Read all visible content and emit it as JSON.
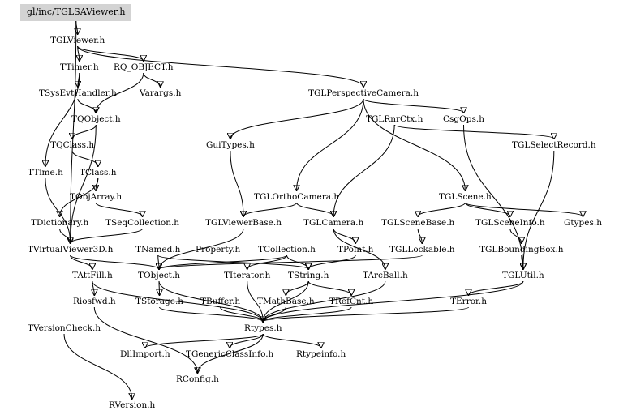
{
  "graph": {
    "root": "gl/inc/TGLSAViewer.h",
    "nodes": {
      "TGLSAViewer": "gl/inc/TGLSAViewer.h",
      "TGLViewer": "TGLViewer.h",
      "TTimer": "TTimer.h",
      "RQ_OBJECT": "RQ_OBJECT.h",
      "TSysEvtHandler": "TSysEvtHandler.h",
      "Varargs": "Varargs.h",
      "TQObject": "TQObject.h",
      "TQClass": "TQClass.h",
      "TTime": "TTime.h",
      "TClass": "TClass.h",
      "TObjArray": "TObjArray.h",
      "TDictionary": "TDictionary.h",
      "TSeqCollection": "TSeqCollection.h",
      "TVirtualViewer3D": "TVirtualViewer3D.h",
      "TNamed": "TNamed.h",
      "Property": "Property.h",
      "TCollection": "TCollection.h",
      "TAttFill": "TAttFill.h",
      "TObject": "TObject.h",
      "TIterator": "TIterator.h",
      "TString": "TString.h",
      "Riosfwd": "Riosfwd.h",
      "TStorage": "TStorage.h",
      "TBuffer": "TBuffer.h",
      "TMathBase": "TMathBase.h",
      "TRefCnt": "TRefCnt.h",
      "TVersionCheck": "TVersionCheck.h",
      "Rtypes": "Rtypes.h",
      "DllImport": "DllImport.h",
      "TGenericClassInfo": "TGenericClassInfo.h",
      "Rtypeinfo": "Rtypeinfo.h",
      "RConfig": "RConfig.h",
      "RVersion": "RVersion.h",
      "TGLPerspectiveCamera": "TGLPerspectiveCamera.h",
      "TGLRnrCtx": "TGLRnrCtx.h",
      "CsgOps": "CsgOps.h",
      "GuiTypes": "GuiTypes.h",
      "TGLSelectRecord": "TGLSelectRecord.h",
      "TGLOrthoCamera": "TGLOrthoCamera.h",
      "TGLScene": "TGLScene.h",
      "TGLViewerBase": "TGLViewerBase.h",
      "TGLCamera": "TGLCamera.h",
      "TGLSceneBase": "TGLSceneBase.h",
      "TGLSceneInfo": "TGLSceneInfo.h",
      "Gtypes": "Gtypes.h",
      "TPoint": "TPoint.h",
      "TGLLockable": "TGLLockable.h",
      "TGLBoundingBox": "TGLBoundingBox.h",
      "TArcBall": "TArcBall.h",
      "TGLUtil": "TGLUtil.h",
      "TError": "TError.h"
    },
    "edges": [
      [
        "TGLSAViewer",
        "TGLViewer"
      ],
      [
        "TGLSAViewer",
        "TVirtualViewer3D"
      ],
      [
        "TGLViewer",
        "TTimer"
      ],
      [
        "TGLViewer",
        "RQ_OBJECT"
      ],
      [
        "TGLViewer",
        "TGLPerspectiveCamera"
      ],
      [
        "TTimer",
        "TSysEvtHandler"
      ],
      [
        "TTimer",
        "TTime"
      ],
      [
        "RQ_OBJECT",
        "TQObject"
      ],
      [
        "RQ_OBJECT",
        "Varargs"
      ],
      [
        "TSysEvtHandler",
        "TQObject"
      ],
      [
        "TQObject",
        "TQClass"
      ],
      [
        "TQObject",
        "TVirtualViewer3D"
      ],
      [
        "TQClass",
        "TClass"
      ],
      [
        "TTime",
        "TVirtualViewer3D"
      ],
      [
        "TClass",
        "TObjArray"
      ],
      [
        "TClass",
        "TDictionary"
      ],
      [
        "TObjArray",
        "TSeqCollection"
      ],
      [
        "TDictionary",
        "TVirtualViewer3D"
      ],
      [
        "TSeqCollection",
        "TVirtualViewer3D"
      ],
      [
        "TVirtualViewer3D",
        "TObject"
      ],
      [
        "TVirtualViewer3D",
        "TAttFill"
      ],
      [
        "TNamed",
        "TObject"
      ],
      [
        "TNamed",
        "TString"
      ],
      [
        "TCollection",
        "TObject"
      ],
      [
        "TCollection",
        "TIterator"
      ],
      [
        "TCollection",
        "TString"
      ],
      [
        "TAttFill",
        "Riosfwd"
      ],
      [
        "TAttFill",
        "Rtypes"
      ],
      [
        "TObject",
        "Rtypes"
      ],
      [
        "TObject",
        "TStorage"
      ],
      [
        "TIterator",
        "Rtypes"
      ],
      [
        "TString",
        "TMathBase"
      ],
      [
        "TString",
        "TRefCnt"
      ],
      [
        "TString",
        "Rtypes"
      ],
      [
        "TStorage",
        "Rtypes"
      ],
      [
        "TBuffer",
        "Rtypes"
      ],
      [
        "TMathBase",
        "Rtypes"
      ],
      [
        "TRefCnt",
        "Rtypes"
      ],
      [
        "Riosfwd",
        "RConfig"
      ],
      [
        "TVersionCheck",
        "RVersion"
      ],
      [
        "Rtypes",
        "DllImport"
      ],
      [
        "Rtypes",
        "TGenericClassInfo"
      ],
      [
        "Rtypes",
        "Rtypeinfo"
      ],
      [
        "Rtypes",
        "RConfig"
      ],
      [
        "TGLPerspectiveCamera",
        "GuiTypes"
      ],
      [
        "TGLPerspectiveCamera",
        "CsgOps"
      ],
      [
        "TGLPerspectiveCamera",
        "TGLOrthoCamera"
      ],
      [
        "TGLPerspectiveCamera",
        "TGLScene"
      ],
      [
        "TGLRnrCtx",
        "TGLSelectRecord"
      ],
      [
        "TGLRnrCtx",
        "TGLCamera"
      ],
      [
        "CsgOps",
        "TGLUtil"
      ],
      [
        "GuiTypes",
        "TGLViewerBase"
      ],
      [
        "TGLOrthoCamera",
        "TGLViewerBase"
      ],
      [
        "TGLOrthoCamera",
        "TGLCamera"
      ],
      [
        "TGLScene",
        "TGLSceneBase"
      ],
      [
        "TGLScene",
        "TGLSceneInfo"
      ],
      [
        "TGLScene",
        "Gtypes"
      ],
      [
        "TGLViewerBase",
        "TObject"
      ],
      [
        "TGLCamera",
        "TPoint"
      ],
      [
        "TGLCamera",
        "TArcBall"
      ],
      [
        "TGLSceneBase",
        "TGLLockable"
      ],
      [
        "TGLSceneInfo",
        "TGLBoundingBox"
      ],
      [
        "TGLLockable",
        "TObject"
      ],
      [
        "TGLBoundingBox",
        "TGLUtil"
      ],
      [
        "TPoint",
        "TString"
      ],
      [
        "TArcBall",
        "Rtypes"
      ],
      [
        "TGLUtil",
        "TError"
      ],
      [
        "TGLUtil",
        "Rtypes"
      ],
      [
        "TError",
        "Rtypes"
      ],
      [
        "TGLSelectRecord",
        "TGLUtil"
      ]
    ]
  }
}
